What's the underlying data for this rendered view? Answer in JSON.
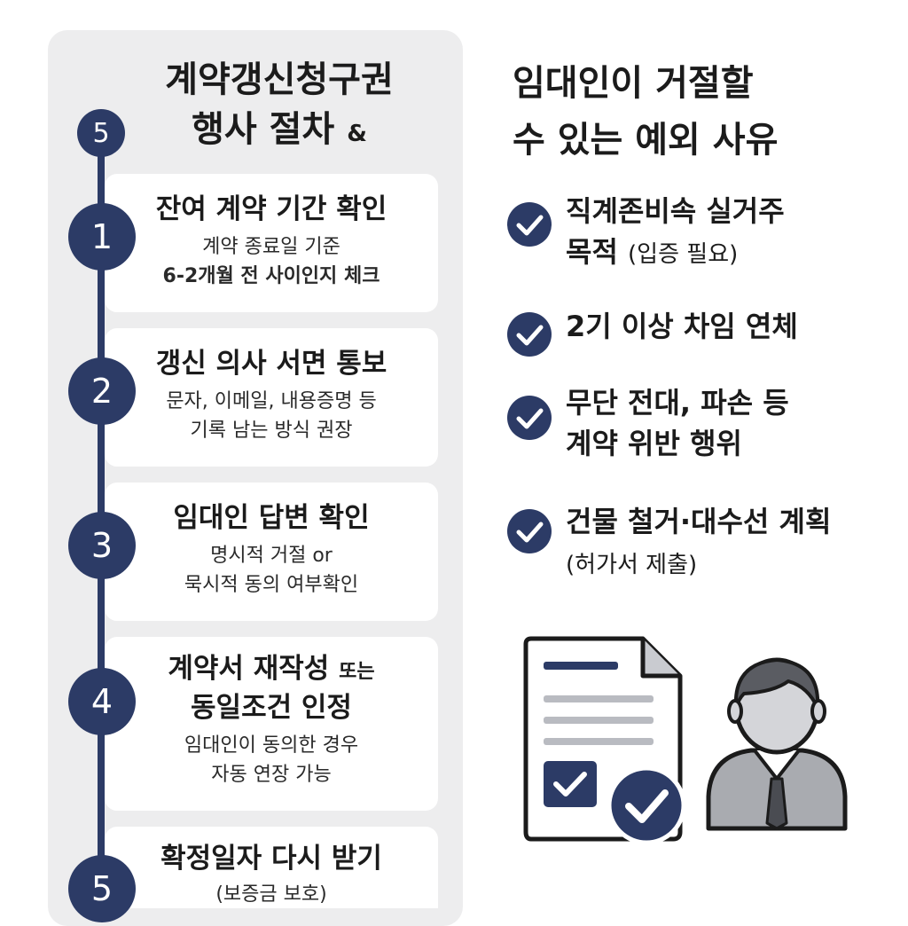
{
  "left": {
    "title_line1": "계약갱신청구권",
    "title_line2": "행사 절차",
    "title_amp": "&",
    "header_badge": "5",
    "steps": [
      {
        "number": "1",
        "title": "잔여 계약 기간 확인",
        "desc1": "계약 종료일 기준",
        "desc2": "6-2개월 전 사이인지 체크"
      },
      {
        "number": "2",
        "title": "갱신 의사 서면 통보",
        "desc1": "문자, 이메일, 내용증명 등",
        "desc2": "기록 남는 방식 권장"
      },
      {
        "number": "3",
        "title": "임대인 답변 확인",
        "desc1": "명시적 거절 or",
        "desc2": "묵시적 동의 여부확인"
      },
      {
        "number": "4",
        "title1": "계약서 재작성",
        "title_small": "또는",
        "title2": "동일조건 인정",
        "desc1": "임대인이 동의한 경우",
        "desc2": "자동 연장 가능"
      },
      {
        "number": "5",
        "title": "확정일자 다시 받기",
        "desc1": "(보증금 보호)"
      }
    ]
  },
  "right": {
    "title_line1": "임대인이 거절할",
    "title_line2": "수 있는 예외 사유",
    "exceptions": [
      {
        "line1": "직계존비속 실거주",
        "line2": "목적",
        "note2": "(입증 필요)",
        "icon": "check-circle-icon"
      },
      {
        "line1": "2기 이상 차임 연체",
        "icon": "check-circle-icon"
      },
      {
        "line1": "무단 전대, 파손 등",
        "line2": "계약 위반 행위",
        "icon": "check-circle-icon"
      },
      {
        "line1": "건물 철거·대수선 계획",
        "note2": "(허가서 제출)",
        "icon": "check-circle-icon"
      }
    ]
  },
  "colors": {
    "navy": "#2c3b66",
    "panel": "#ededee",
    "card": "#ffffff"
  }
}
